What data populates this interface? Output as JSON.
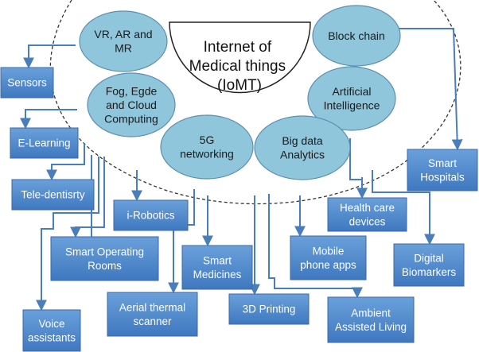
{
  "hub": {
    "lines": [
      "Internet of",
      "Medical things",
      "(IoMT)"
    ]
  },
  "technologies": [
    {
      "id": "vr",
      "lines": [
        "VR, AR and",
        "MR"
      ]
    },
    {
      "id": "blockchain",
      "lines": [
        "Block chain"
      ]
    },
    {
      "id": "fog",
      "lines": [
        "Fog, Egde",
        "and Cloud",
        "Computing"
      ]
    },
    {
      "id": "ai",
      "lines": [
        "Artificial",
        "Intelligence"
      ]
    },
    {
      "id": "5g",
      "lines": [
        "5G",
        "networking"
      ]
    },
    {
      "id": "bigdata",
      "lines": [
        "Big data",
        "Analytics"
      ]
    }
  ],
  "applications": [
    {
      "id": "sensors",
      "lines": [
        "Sensors"
      ]
    },
    {
      "id": "e-learning",
      "lines": [
        "E-Learning"
      ]
    },
    {
      "id": "tele-dentistry",
      "lines": [
        "Tele-dentisrty"
      ]
    },
    {
      "id": "i-robotics",
      "lines": [
        "i-Robotics"
      ]
    },
    {
      "id": "smart-operating-rooms",
      "lines": [
        "Smart Operating",
        "Rooms"
      ]
    },
    {
      "id": "voice-assistants",
      "lines": [
        "Voice",
        "assistants"
      ]
    },
    {
      "id": "aerial-thermal-scanner",
      "lines": [
        "Aerial thermal",
        "scanner"
      ]
    },
    {
      "id": "smart-medicines",
      "lines": [
        "Smart",
        "Medicines"
      ]
    },
    {
      "id": "3d-printing",
      "lines": [
        "3D Printing"
      ]
    },
    {
      "id": "mobile-phone-apps",
      "lines": [
        "Mobile",
        "phone apps"
      ]
    },
    {
      "id": "health-care-devices",
      "lines": [
        "Health care",
        "devices"
      ]
    },
    {
      "id": "ambient-assisted-living",
      "lines": [
        "Ambient",
        "Assisted Living"
      ]
    },
    {
      "id": "digital-biomarkers",
      "lines": [
        "Digital",
        "Biomarkers"
      ]
    },
    {
      "id": "smart-hospitals",
      "lines": [
        "Smart",
        "Hospitals"
      ]
    }
  ],
  "colors": {
    "ellipse_fill": "#8fc6dc",
    "ellipse_stroke": "#5d8fb0",
    "box_fill_top": "#6aa0da",
    "box_fill_bottom": "#3f78c0",
    "box_stroke": "#3a6aa6",
    "box_text": "#ffffff",
    "connector": "#4a7ebb",
    "dashed_boundary": "#333333",
    "label_text": "#1a1a1a"
  }
}
